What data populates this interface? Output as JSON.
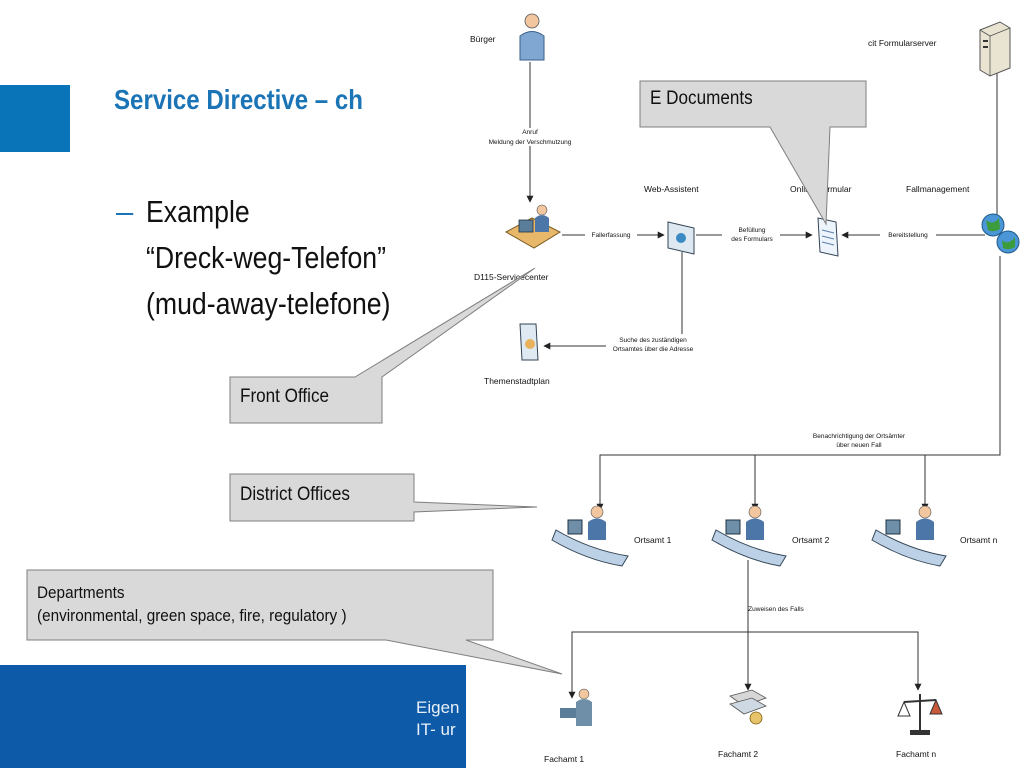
{
  "slide": {
    "title": "Service Directive – ch",
    "bullet_dash": "–",
    "bullet_lines": [
      "Example",
      "“Dreck-weg-Telefon”",
      "(mud-away-telefone)"
    ],
    "footer_lines": [
      "Eigen",
      "IT- ur"
    ]
  },
  "diagram": {
    "nodes": {
      "buerger": "Bürger",
      "formularserver": "cit Formularserver",
      "web_assistent": "Web-Assistent",
      "online_formular": "Online-Formular",
      "fallmanagement": "Fallmanagement",
      "servicecenter": "D115-Servicecenter",
      "themenstadtplan": "Themenstadtplan",
      "ortsamt_1": "Ortsamt 1",
      "ortsamt_2": "Ortsamt 2",
      "ortsamt_n": "Ortsamt n",
      "fachamt_1": "Fachamt 1",
      "fachamt_2": "Fachamt 2",
      "fachamt_n": "Fachamt n"
    },
    "edges": {
      "anruf": "Anruf",
      "meldung": "Meldung der Verschmutzung",
      "fallerfassung": "Fallerfassung",
      "befuellung_1": "Befüllung",
      "befuellung_2": "des Formulars",
      "bereitstellung": "Bereitstellung",
      "suche_1": "Suche des zuständigen",
      "suche_2": "Ortsamtes über die Adresse",
      "benachrichtigung_1": "Benachrichtigung der Ortsämter",
      "benachrichtigung_2": "über neuen Fall",
      "zuweisen": "Zuweisen des Falls"
    }
  },
  "callouts": {
    "e_documents": "E Documents",
    "front_office": "Front Office",
    "district_offices": "District Offices",
    "departments_line1": "Departments",
    "departments_line2": "(environmental, green space, fire, regulatory )"
  },
  "colors": {
    "accent": "#0a74b8",
    "title": "#1a74b6",
    "footer": "#0d5aa8",
    "callout_fill": "#d9d9d9",
    "callout_border": "#7f7f7f"
  }
}
